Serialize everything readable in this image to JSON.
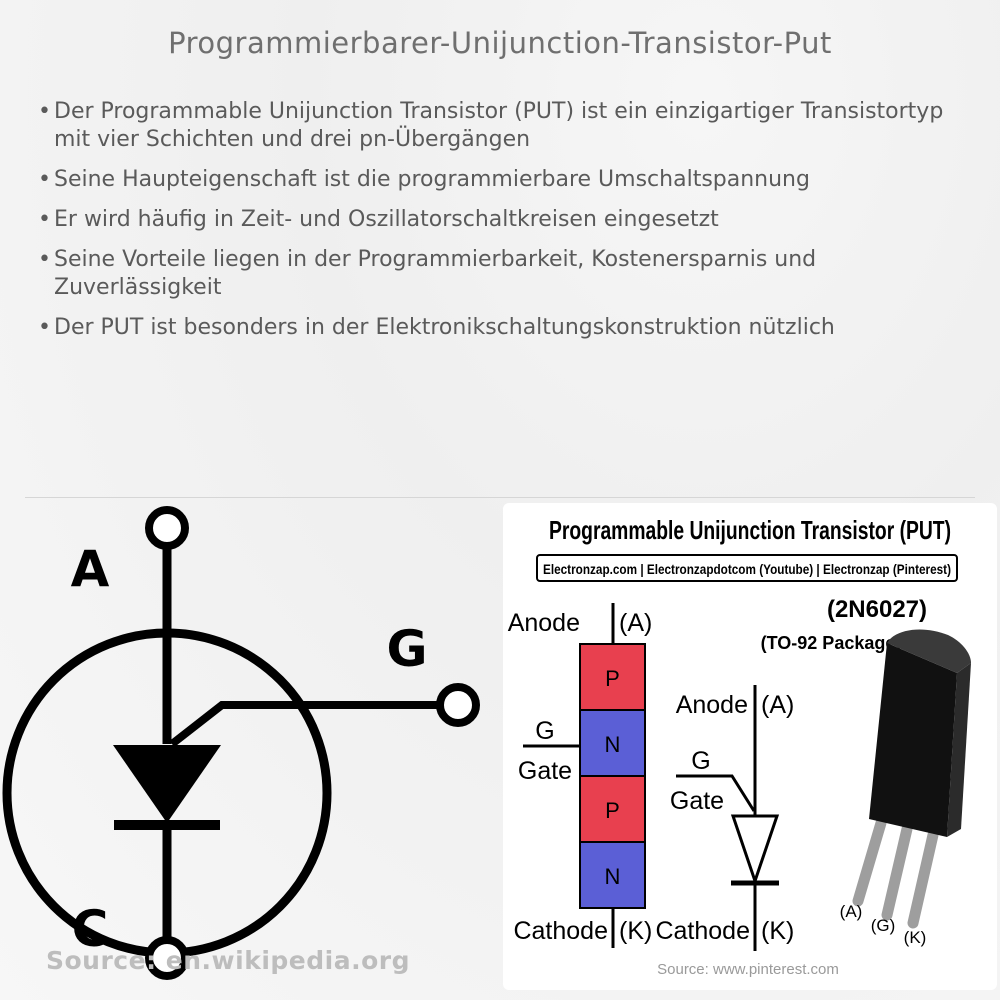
{
  "title": "Programmierbarer-Unijunction-Transistor-Put",
  "bullets": [
    "Der Programmable Unijunction Transistor (PUT) ist ein einzigartiger Transistortyp mit vier Schichten und drei pn-Übergängen",
    "Seine Haupteigenschaft ist die programmierbare Umschaltspannung",
    "Er wird häufig in Zeit- und Oszillatorschaltkreisen eingesetzt",
    "Seine Vorteile liegen in der Programmierbarkeit, Kostenersparnis und Zuverlässigkeit",
    "Der PUT ist besonders in der Elektronikschaltungskonstruktion nützlich"
  ],
  "bullet_char": "•",
  "left_symbol": {
    "label_a": "A",
    "label_g": "G",
    "label_c": "C",
    "source": "Source: en.wikipedia.org"
  },
  "right_panel": {
    "heading": "Programmable Unijunction Transistor (PUT)",
    "credits": "Electronzap.com | Electronzapdotcom (Youtube) | Electronzap (Pinterest)",
    "layers": {
      "anode": "Anode",
      "anode_tag": "(A)",
      "layer_labels": [
        "P",
        "N",
        "P",
        "N"
      ],
      "gate_g": "G",
      "gate_word": "Gate",
      "cathode": "Cathode",
      "cathode_tag": "(K)"
    },
    "symbol": {
      "anode": "Anode",
      "anode_tag": "(A)",
      "gate_g": "G",
      "gate_word": "Gate",
      "cathode": "Cathode",
      "cathode_tag": "(K)"
    },
    "package": {
      "part": "(2N6027)",
      "package": "(TO-92 Package)",
      "pin_a": "(A)",
      "pin_g": "(G)",
      "pin_k": "(K)"
    },
    "source": "Source: www.pinterest.com",
    "colors": {
      "p_layer": "#e8404f",
      "n_layer": "#5b5fd6"
    }
  }
}
